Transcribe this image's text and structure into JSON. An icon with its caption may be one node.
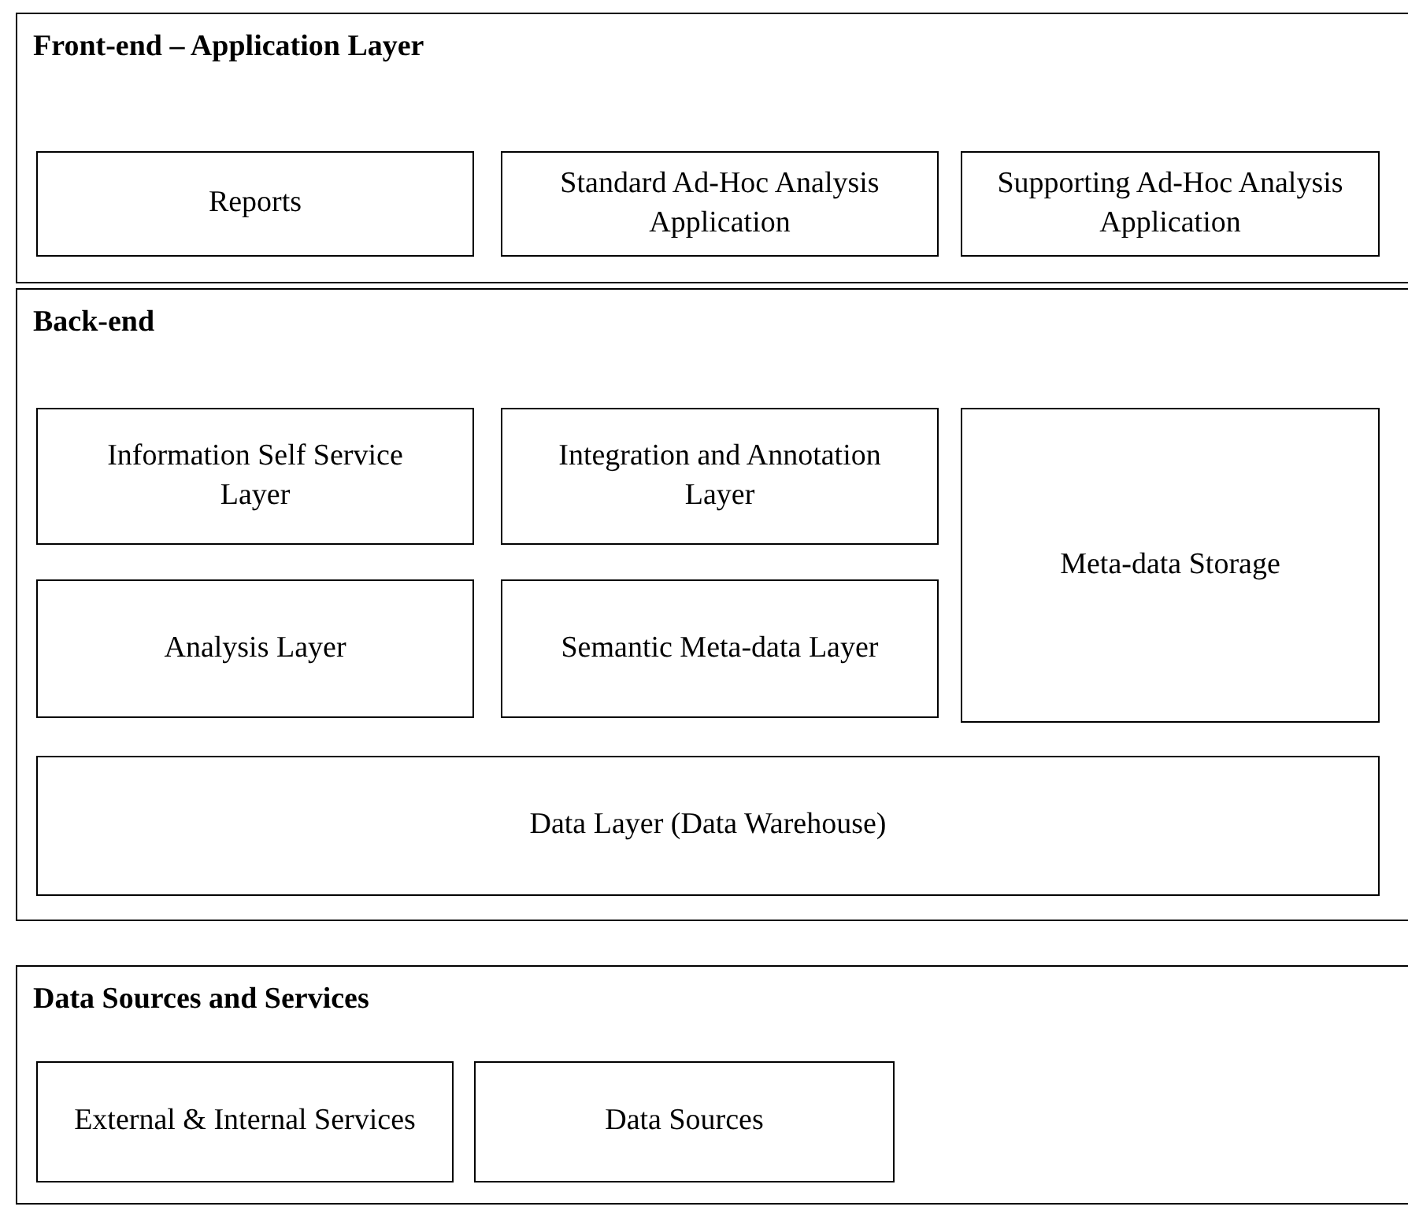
{
  "diagram": {
    "nodes": [
      {
        "text": [
          "Front-end – Application Layer"
        ]
      },
      {
        "text": [
          "Reports"
        ],
        "in": 0
      },
      {
        "text": [
          "Standard Ad-Hoc Analysis Application"
        ],
        "in": 0
      },
      {
        "text": [
          "Supporting Ad-Hoc Analysis Application"
        ],
        "in": 0
      },
      {
        "text": [
          "Back-end"
        ]
      },
      {
        "text": [
          "Information Self Service Layer"
        ],
        "in": 4
      },
      {
        "text": [
          "Integration and Annotation Layer"
        ],
        "in": 4
      },
      {
        "text": [
          "Meta-data Storage"
        ],
        "in": 4
      },
      {
        "text": [
          "Analysis Layer"
        ],
        "in": 4
      },
      {
        "text": [
          "Semantic Meta-data Layer"
        ],
        "in": 4
      },
      {
        "text": [
          "Data Layer (Data Warehouse)"
        ],
        "in": 4
      },
      {
        "text": [
          "Data Sources and Services"
        ]
      },
      {
        "text": [
          "External & Internal Services"
        ],
        "in": 11
      },
      {
        "text": [
          "Data Sources"
        ],
        "in": 11
      }
    ]
  }
}
